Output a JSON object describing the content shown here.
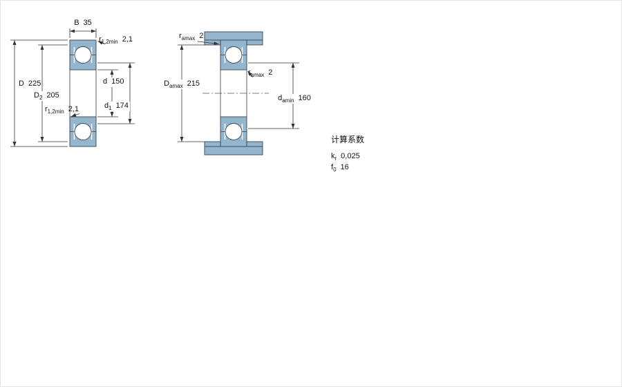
{
  "drawing_title": "deep-groove-ball-bearing-dimension-drawing",
  "colors": {
    "bearing_fill": "#93b5cd",
    "outline": "#3a4450",
    "dimension_line": "#333333",
    "background": "#ffffff"
  },
  "views": {
    "left": {
      "dims": {
        "B": {
          "base": "B",
          "sub": "",
          "value": "35"
        },
        "r_top": {
          "base": "r",
          "sub": "1,2min",
          "value": "2,1"
        },
        "D": {
          "base": "D",
          "sub": "",
          "value": "225"
        },
        "D2": {
          "base": "D",
          "sub": "2",
          "value": "205"
        },
        "r_bottom": {
          "base": "r",
          "sub": "1,2min",
          "value": "2,1"
        },
        "d": {
          "base": "d",
          "sub": "",
          "value": "150"
        },
        "d1": {
          "base": "d",
          "sub": "1",
          "value": "174"
        }
      }
    },
    "right": {
      "dims": {
        "ra_top": {
          "base": "r",
          "sub": "amax",
          "value": "2"
        },
        "Damax": {
          "base": "D",
          "sub": "amax",
          "value": "215"
        },
        "ra_mid": {
          "base": "r",
          "sub": "amax",
          "value": "2"
        },
        "damin": {
          "base": "d",
          "sub": "amin",
          "value": "160"
        }
      }
    }
  },
  "factors": {
    "title": "计算系数",
    "rows": [
      {
        "base": "k",
        "sub": "r",
        "value": "0,025"
      },
      {
        "base": "f",
        "sub": "0",
        "value": "16"
      }
    ]
  }
}
